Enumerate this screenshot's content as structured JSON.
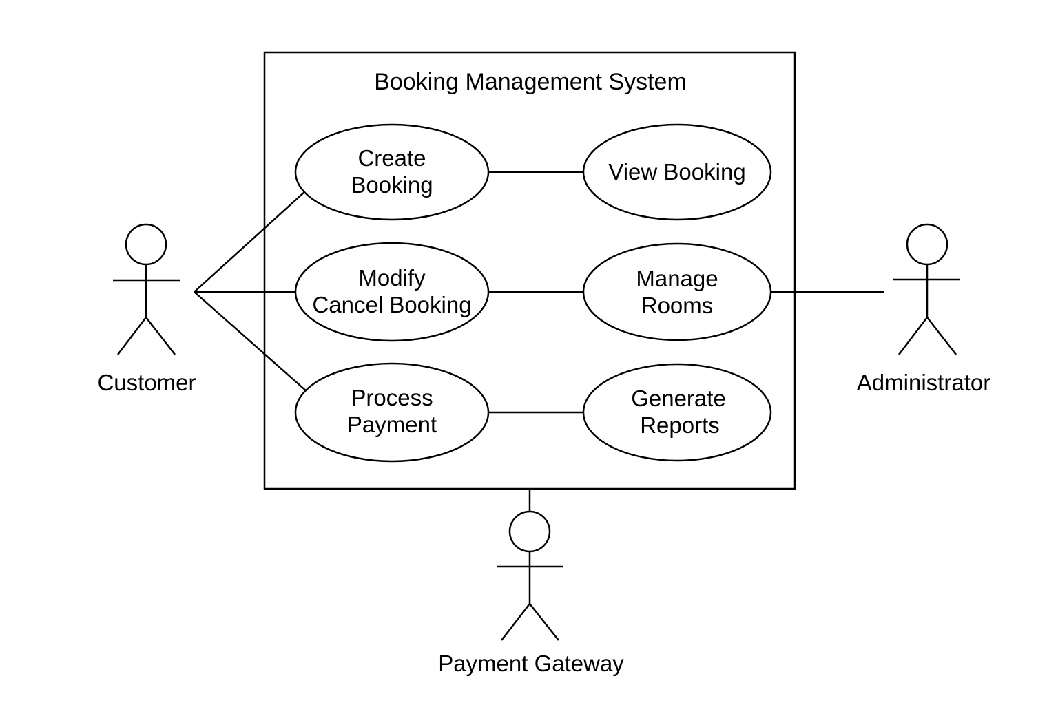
{
  "system": {
    "title": "Booking Management System"
  },
  "use_cases": {
    "create_booking": {
      "line1": "Create",
      "line2": "Booking"
    },
    "view_booking": {
      "line1": "View Booking"
    },
    "modify_cancel_booking": {
      "line1": "Modify",
      "line2": "Cancel Booking"
    },
    "manage_rooms": {
      "line1": "Manage",
      "line2": "Rooms"
    },
    "process_payment": {
      "line1": "Process",
      "line2": "Payment"
    },
    "generate_reports": {
      "line1": "Generate",
      "line2": "Reports"
    }
  },
  "actors": {
    "customer": "Customer",
    "administrator": "Administrator",
    "payment_gateway": "Payment Gateway"
  },
  "colors": {
    "stroke": "#000000",
    "background": "#ffffff"
  }
}
